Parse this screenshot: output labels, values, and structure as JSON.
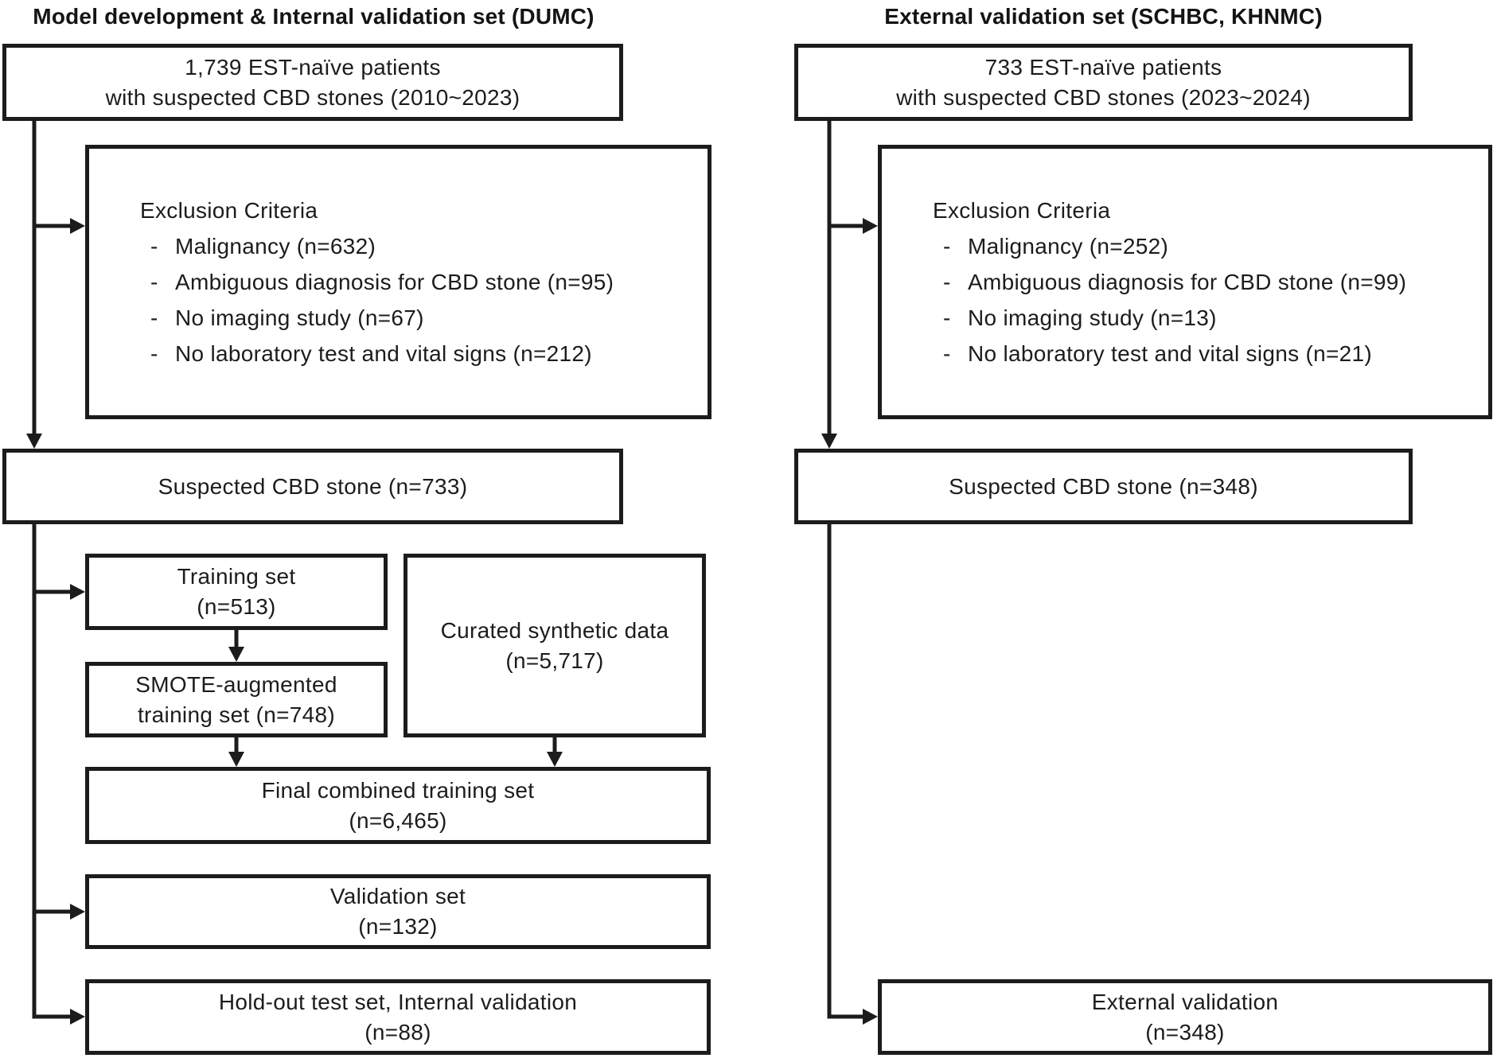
{
  "titles": {
    "left": "Model development & Internal validation set (DUMC)",
    "right": "External validation set (SCHBC, KHNMC)"
  },
  "left": {
    "source_box": {
      "lines": [
        "1,739 EST-naïve patients",
        "with suspected CBD stones (2010~2023)"
      ]
    },
    "exclusion_box": {
      "heading": "Exclusion Criteria",
      "bullet": "-",
      "items": [
        "Malignancy (n=632)",
        "Ambiguous diagnosis for CBD stone (n=95)",
        "No imaging study (n=67)",
        "No laboratory test and vital signs (n=212)"
      ]
    },
    "suspected_box": {
      "text": "Suspected CBD stone (n=733)"
    },
    "training_box": {
      "lines": [
        "Training set",
        "(n=513)"
      ]
    },
    "smote_box": {
      "lines": [
        "SMOTE-augmented",
        "training set (n=748)"
      ]
    },
    "synthetic_box": {
      "lines": [
        "Curated synthetic data",
        "(n=5,717)"
      ]
    },
    "final_box": {
      "lines": [
        "Final combined training set",
        "(n=6,465)"
      ]
    },
    "validation_box": {
      "lines": [
        "Validation set",
        "(n=132)"
      ]
    },
    "holdout_box": {
      "lines": [
        "Hold-out test set, Internal validation",
        "(n=88)"
      ]
    }
  },
  "right": {
    "source_box": {
      "lines": [
        "733 EST-naïve patients",
        "with suspected CBD stones (2023~2024)"
      ]
    },
    "exclusion_box": {
      "heading": "Exclusion Criteria",
      "bullet": "-",
      "items": [
        "Malignancy (n=252)",
        "Ambiguous diagnosis for CBD stone (n=99)",
        "No imaging study (n=13)",
        "No laboratory test and vital signs (n=21)"
      ]
    },
    "suspected_box": {
      "text": "Suspected CBD stone (n=348)"
    },
    "external_box": {
      "lines": [
        "External validation",
        "(n=348)"
      ]
    }
  },
  "colors": {
    "background": "#ffffff",
    "box_border": "#1c1c1c",
    "connector_line": "#1c1c1c",
    "text": "#1c1c1c"
  }
}
